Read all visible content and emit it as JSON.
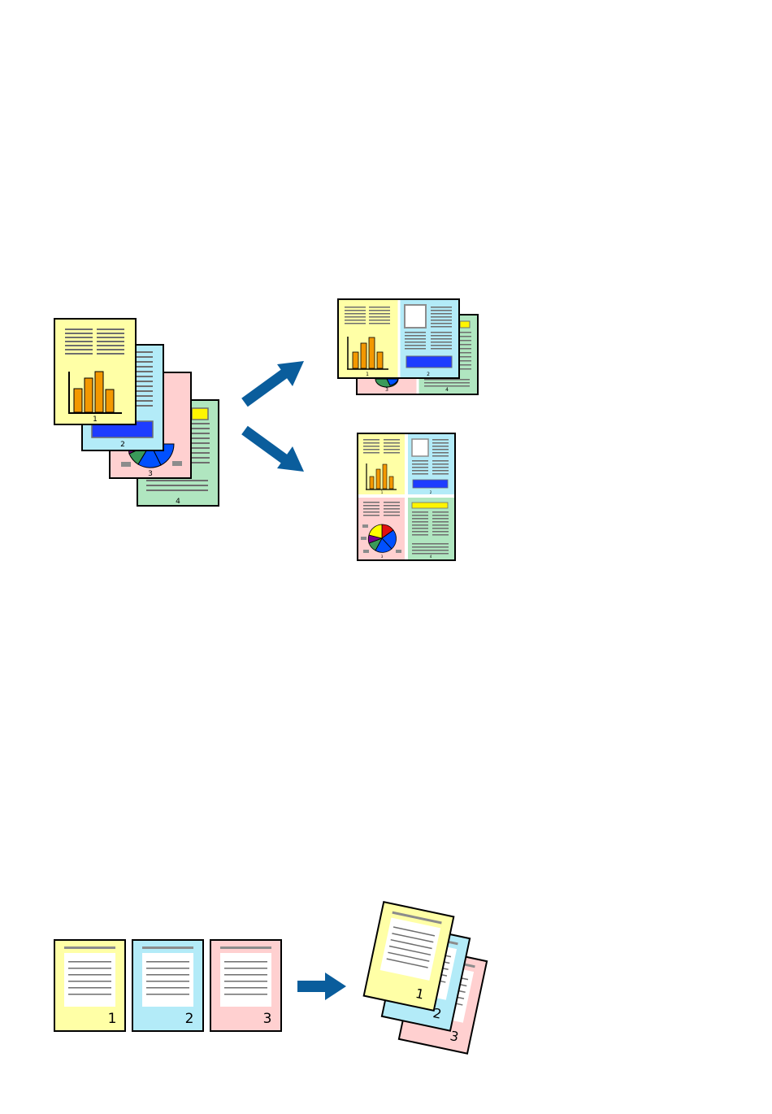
{
  "colors": {
    "yellow": "#ffffa6",
    "blue": "#b3ebf8",
    "pink": "#ffd0d0",
    "green": "#b0e6c0",
    "arrow": "#0a5d9c",
    "bar": "#f39800",
    "panel": "#1e3cff",
    "lines": "#6e6e6e"
  },
  "figure1": {
    "source_pages": [
      {
        "label": "1",
        "color": "yellow"
      },
      {
        "label": "2",
        "color": "blue"
      },
      {
        "label": "3",
        "color": "pink"
      },
      {
        "label": "4",
        "color": "green"
      }
    ],
    "two_up": {
      "pages": [
        {
          "label": "1"
        },
        {
          "label": "2"
        },
        {
          "label": "3"
        },
        {
          "label": "4"
        }
      ]
    },
    "four_up": {
      "pages": [
        {
          "label": "1"
        },
        {
          "label": "2"
        },
        {
          "label": "3"
        },
        {
          "label": "4"
        }
      ]
    }
  },
  "figure2": {
    "source_pages": [
      {
        "label": "1",
        "color": "yellow"
      },
      {
        "label": "2",
        "color": "blue"
      },
      {
        "label": "3",
        "color": "pink"
      }
    ],
    "stacked_pages": [
      {
        "label": "1"
      },
      {
        "label": "2"
      },
      {
        "label": "3"
      }
    ]
  }
}
